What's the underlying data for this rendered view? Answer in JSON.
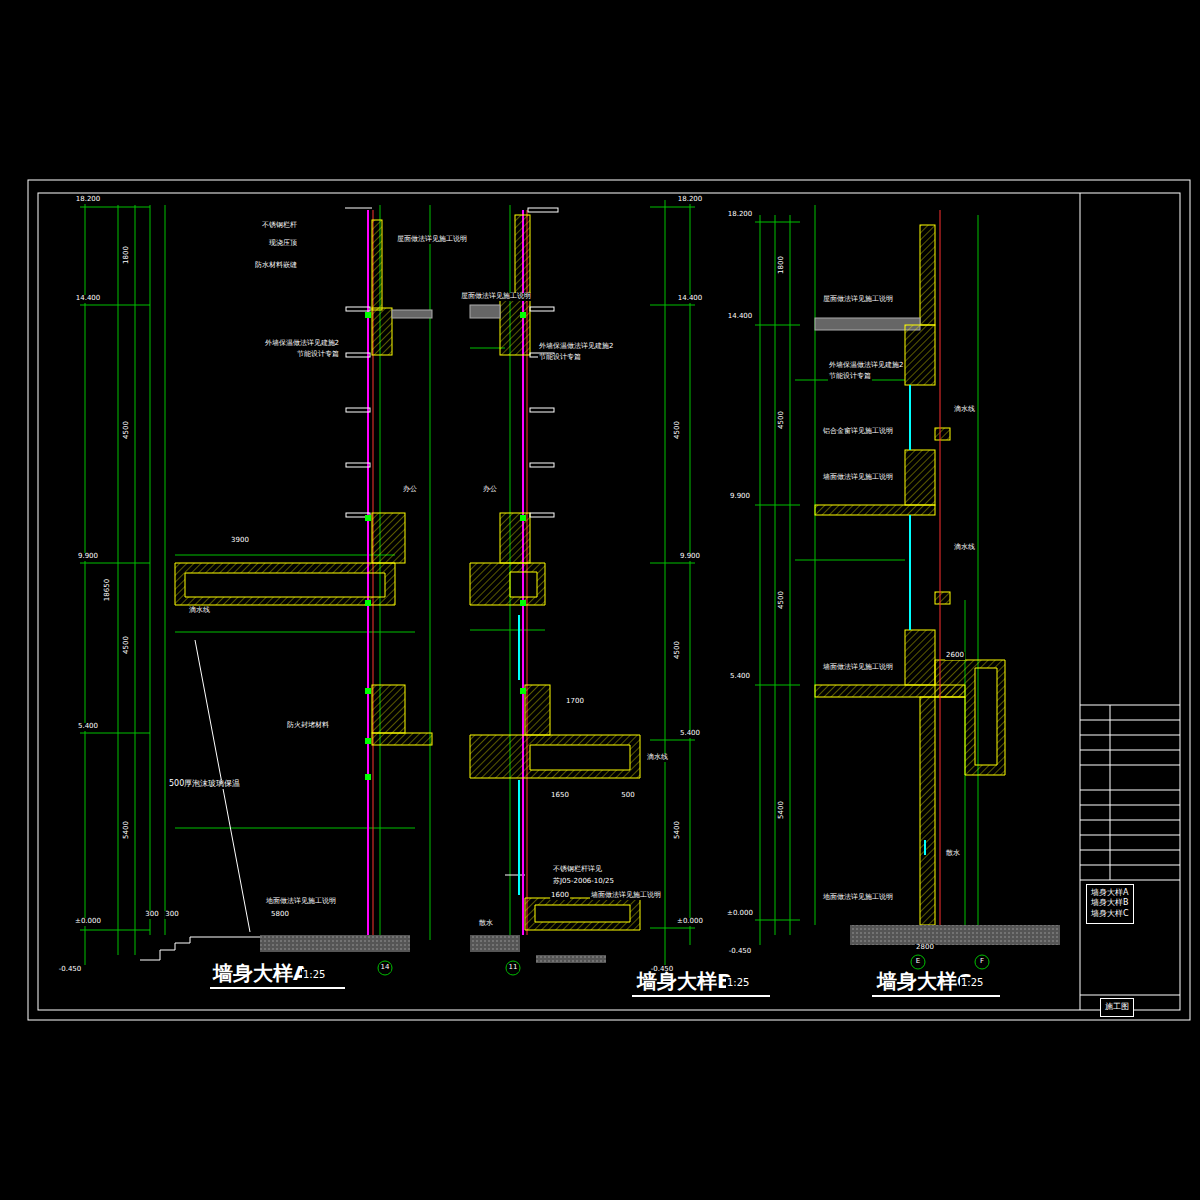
{
  "diagram": {
    "nodes": [
      {
        "text": [
          "墙身大样A",
          "墙身大样B",
          "墙身大样C"
        ]
      },
      {
        "text": [
          "施工图"
        ]
      }
    ],
    "labels": [
      "18.200",
      "14.400",
      "9.900",
      "5.400",
      "±0.000",
      "-0.450",
      "1800",
      "4500",
      "4500",
      "5400",
      "18650",
      "不锈钢栏杆",
      "现浇压顶",
      "防水材料嵌缝",
      "屋面做法详见施工说明",
      "外墙保温做法详见建施2",
      "节能设计专篇",
      "3900",
      "办公",
      "滴水线",
      "防火封堵材料",
      "500厚泡沫玻璃保温",
      "地面做法详见施工说明",
      "5800",
      "300",
      "300",
      "墙身大样A",
      "1:25",
      "14",
      "18.200",
      "14.400",
      "9.900",
      "5.400",
      "±0.000",
      "-0.450",
      "4500",
      "4500",
      "5400",
      "1700",
      "1650",
      "500",
      "滴水线",
      "外墙保温做法详见建施2",
      "节能设计专篇",
      "屋面做法详见施工说明",
      "不锈钢栏杆详见",
      "苏J05-2006-10/25",
      "1600",
      "墙面做法详见施工说明",
      "散水",
      "办公",
      "墙身大样B",
      "1:25",
      "11",
      "18.200",
      "14.400",
      "9.900",
      "5.400",
      "±0.000",
      "-0.450",
      "1800",
      "4500",
      "4500",
      "5400",
      "屋面做法详见施工说明",
      "外墙保温做法详见建施2",
      "节能设计专篇",
      "铝合金窗详见施工说明",
      "墙面做法详见施工说明",
      "墙面做法详见施工说明",
      "2600",
      "滴水线",
      "滴水线",
      "散水",
      "地面做法详见施工说明",
      "2800",
      "墙身大样C",
      "1:25",
      "E",
      "F"
    ]
  }
}
